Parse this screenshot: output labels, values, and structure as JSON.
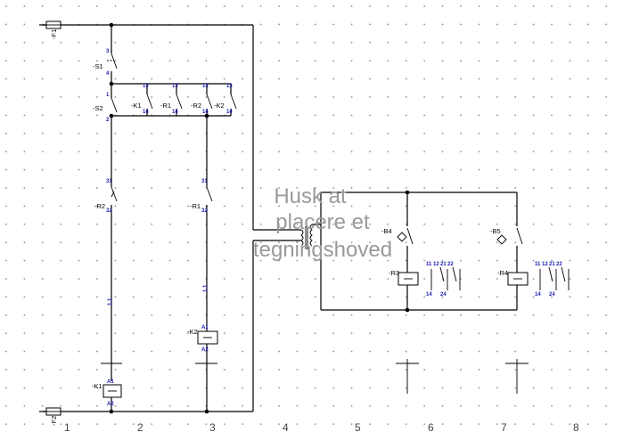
{
  "note": {
    "lines": [
      "Husk at",
      "placere et",
      "tegningshoved"
    ]
  },
  "columns": [
    "1",
    "2",
    "3",
    "4",
    "5",
    "6",
    "7",
    "8"
  ],
  "fuses": {
    "top": "-F1",
    "bottom": "-F2"
  },
  "labels": {
    "s1": "-S1",
    "s2": "-S2",
    "k1_contact": "-K1",
    "r1_contact": "-R1",
    "r2_contact": "-R2",
    "k2_contact": "-K2",
    "r2_series": "-R2",
    "r1_series": "-R1",
    "k2_coil": "-K2",
    "k1_coil": "-K1",
    "b4": "-B4",
    "r3": "-R3",
    "b5": "-B5",
    "r4": "-R4"
  },
  "pins": {
    "s1": [
      "3",
      "4"
    ],
    "s2": [
      "1",
      "2"
    ],
    "k1": [
      "13",
      "14"
    ],
    "r1": [
      "13",
      "14"
    ],
    "r2": [
      "13",
      "14"
    ],
    "k2": [
      "13",
      "14"
    ],
    "r2_series": [
      "31",
      "32"
    ],
    "r1_series": [
      "31",
      "32"
    ],
    "k2_coil": [
      "A1",
      "A2"
    ],
    "k1_coil": [
      "A1",
      "A2"
    ],
    "r3_contacts": [
      "11",
      "12",
      "14",
      "21",
      "22",
      "24"
    ],
    "r4_contacts": [
      "11",
      "12",
      "14",
      "21",
      "22",
      "24"
    ]
  }
}
